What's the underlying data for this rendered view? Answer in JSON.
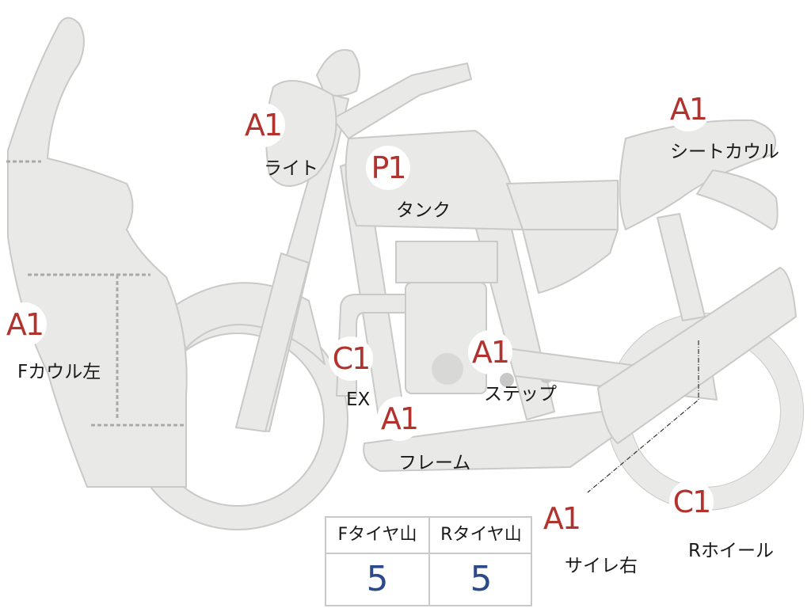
{
  "parts": {
    "light": {
      "grade": "A1",
      "label": "ライト"
    },
    "tank": {
      "grade": "P1",
      "label": "タンク"
    },
    "seat_cowl": {
      "grade": "A1",
      "label": "シートカウル"
    },
    "f_cowl_left": {
      "grade": "A1",
      "label": "Fカウル左"
    },
    "exhaust": {
      "grade": "C1",
      "label": "EX"
    },
    "step": {
      "grade": "A1",
      "label": "ステップ"
    },
    "frame": {
      "grade": "A1",
      "label": "フレーム"
    },
    "silencer_right": {
      "grade": "A1",
      "label": "サイレ右"
    },
    "r_wheel": {
      "grade": "C1",
      "label": "Rホイール"
    }
  },
  "tires": {
    "front": {
      "label": "Fタイヤ山",
      "value": "5"
    },
    "rear": {
      "label": "Rタイヤ山",
      "value": "5"
    }
  },
  "colors": {
    "body_fill": "#e9e9e7",
    "body_stroke": "#c4c4c2",
    "grade_text": "#b2322e",
    "tire_value": "#2c4a8a"
  }
}
